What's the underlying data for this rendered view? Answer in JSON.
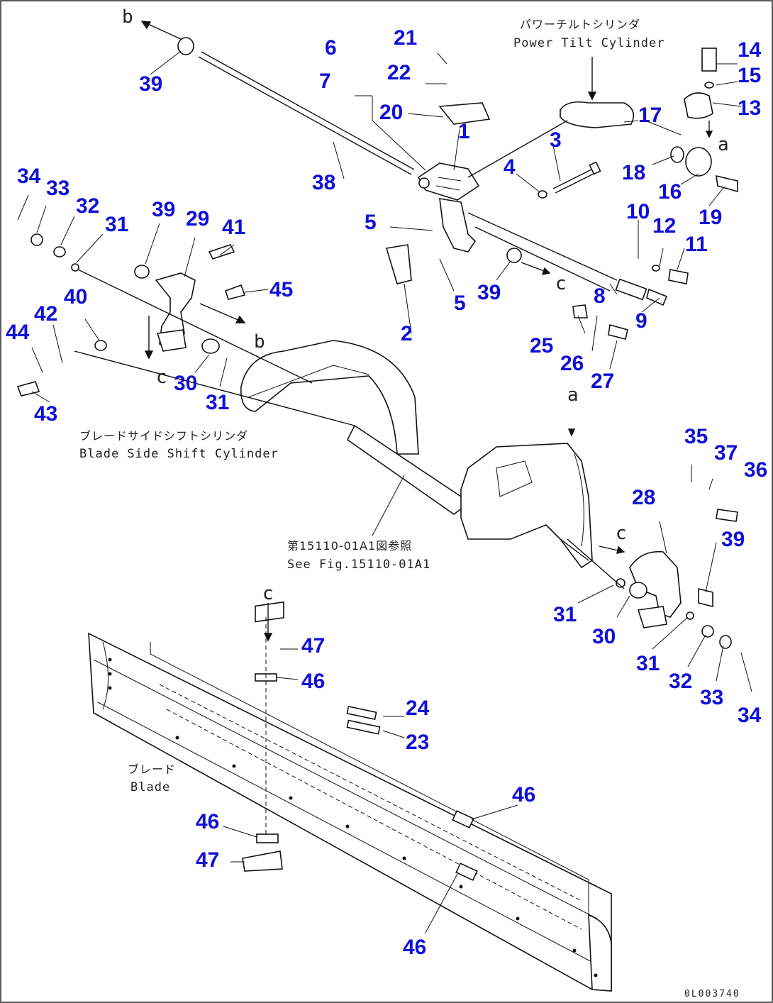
{
  "labels": {
    "power_tilt_jp": "パワーチルトシリンダ",
    "power_tilt_en": "Power Tilt Cylinder",
    "side_shift_jp": "ブレードサイドシフトシリンダ",
    "side_shift_en": "Blade Side Shift Cylinder",
    "see_fig_jp": "第15110-01A1図参照",
    "see_fig_en": "See Fig.15110-01A1",
    "blade_jp": "ブレード",
    "blade_en": "Blade",
    "drawing_code": "0L003740"
  },
  "refs": {
    "b": "b",
    "a": "a",
    "c": "c"
  },
  "parts": {
    "p1": "1",
    "p2": "2",
    "p3": "3",
    "p4": "4",
    "p5": "5",
    "p6": "6",
    "p7": "7",
    "p8": "8",
    "p9": "9",
    "p10": "10",
    "p11": "11",
    "p12": "12",
    "p13": "13",
    "p14": "14",
    "p15": "15",
    "p16": "16",
    "p17": "17",
    "p18": "18",
    "p19": "19",
    "p20": "20",
    "p21": "21",
    "p22": "22",
    "p23": "23",
    "p24": "24",
    "p25": "25",
    "p26": "26",
    "p27": "27",
    "p28": "28",
    "p29": "29",
    "p30": "30",
    "p31": "31",
    "p32": "32",
    "p33": "33",
    "p34": "34",
    "p35": "35",
    "p36": "36",
    "p37": "37",
    "p38": "38",
    "p39": "39",
    "p40": "40",
    "p41": "41",
    "p42": "42",
    "p43": "43",
    "p44": "44",
    "p45": "45",
    "p46": "46",
    "p47": "47"
  }
}
